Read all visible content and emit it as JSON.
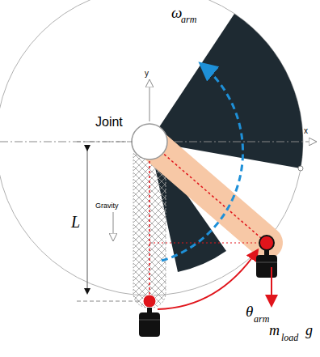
{
  "diagram": {
    "labels": [
      "Joint",
      "y",
      "x",
      "Gravity",
      "L",
      "ω",
      "arm",
      "θ",
      "arm",
      "m",
      "load",
      "g"
    ]
  }
}
